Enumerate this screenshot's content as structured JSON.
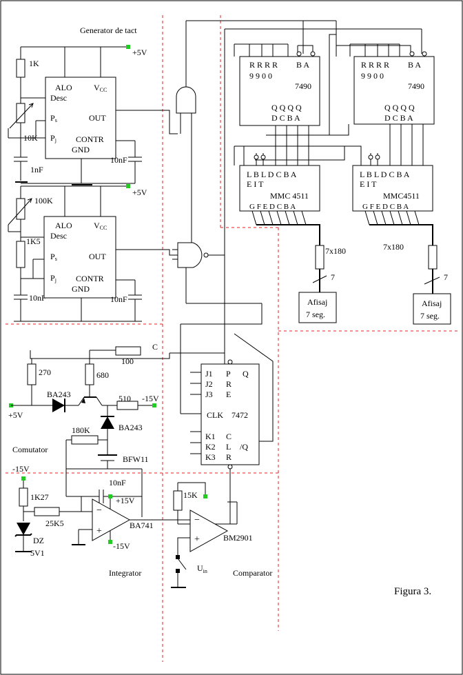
{
  "figure_caption": "Figura 3.",
  "sections": {
    "clock": "Generator de tact",
    "switch": "Comutator",
    "integrator": "Integrator",
    "comparator": "Comparator"
  },
  "timer1": {
    "line1": "ALO",
    "line2": "Desc",
    "vcc": "V",
    "vcc_sub": "CC",
    "out": "OUT",
    "ps": "P",
    "ps_sub": "s",
    "pj": "P",
    "pj_sub": "j",
    "contr": "CONTR",
    "gnd": "GND"
  },
  "timer2": {
    "line1": "ALO",
    "line2": "Desc",
    "vcc": "V",
    "vcc_sub": "CC",
    "out": "OUT",
    "ps": "P",
    "ps_sub": "s",
    "pj": "P",
    "pj_sub": "j",
    "contr": "CONTR",
    "gnd": "GND"
  },
  "counter1": {
    "top_pins": "R R R R",
    "top_pins2": "9 9 0 0",
    "clk_pins": "B  A",
    "name": "7490",
    "out_q": "Q Q Q Q",
    "out_names": "D  C  B  A"
  },
  "counter2": {
    "top_pins": "R R R R",
    "top_pins2": "9 9 0 0",
    "clk_pins": "B  A",
    "name": "7490",
    "out_q": "Q Q Q Q",
    "out_names": "D  C  B  A"
  },
  "decoder1": {
    "top": "L B L D  C  B  A",
    "top2": "E I  T",
    "name": "MMC 4511",
    "bottom": "G F  E D C B A"
  },
  "decoder2": {
    "top": "L B L D  C  B  A",
    "top2": "E I  T",
    "name": "MMC4511",
    "bottom": "G F  E D C B A"
  },
  "flipflop": {
    "j1": "J1",
    "j2": "J2",
    "j3": "J3",
    "p": "P",
    "r": "R",
    "e": "E",
    "q": "Q",
    "clk": "CLK",
    "name": "7472",
    "k1": "K1",
    "k2": "K2",
    "k3": "K3",
    "c": "C",
    "l": "L",
    "r2": "R",
    "nq": "/Q"
  },
  "display1": {
    "line1": "Afisaj",
    "line2": "7 seg."
  },
  "display2": {
    "line1": "Afisaj",
    "line2": "7 seg."
  },
  "labels": {
    "r1k": "1K",
    "r10k": "10K",
    "c1nf": "1nF",
    "c10nf_a": "10nF",
    "p5v_a": "+5V",
    "r100k": "100K",
    "r1k5": "1K5",
    "c10nf_b": "10nF",
    "c10nf_c": "10nF",
    "p5v_b": "+5V",
    "res7x180_a": "7x180",
    "bus7_a": "7",
    "res7x180_b": "7x180",
    "bus7_b": "7",
    "c_node": "C",
    "r100": "100",
    "r270": "270",
    "r680": "680",
    "d_ba243_a": "BA243",
    "p5v_c": "+5V",
    "r510": "510",
    "m15v_a": "-15V",
    "d_ba243_b": "BA243",
    "r180k": "180K",
    "fet": "BFW11",
    "m15v_b": "-15V",
    "r1k27": "1K27",
    "c10nf_d": "10nF",
    "p15v": "+15V",
    "r25k5": "25K5",
    "opamp1": "BA741",
    "dz": "DZ",
    "dz_val": "5V1",
    "m15v_c": "-15V",
    "r15k": "15K",
    "comp": "BM2901",
    "uin": "U",
    "uin_sub": "in"
  }
}
